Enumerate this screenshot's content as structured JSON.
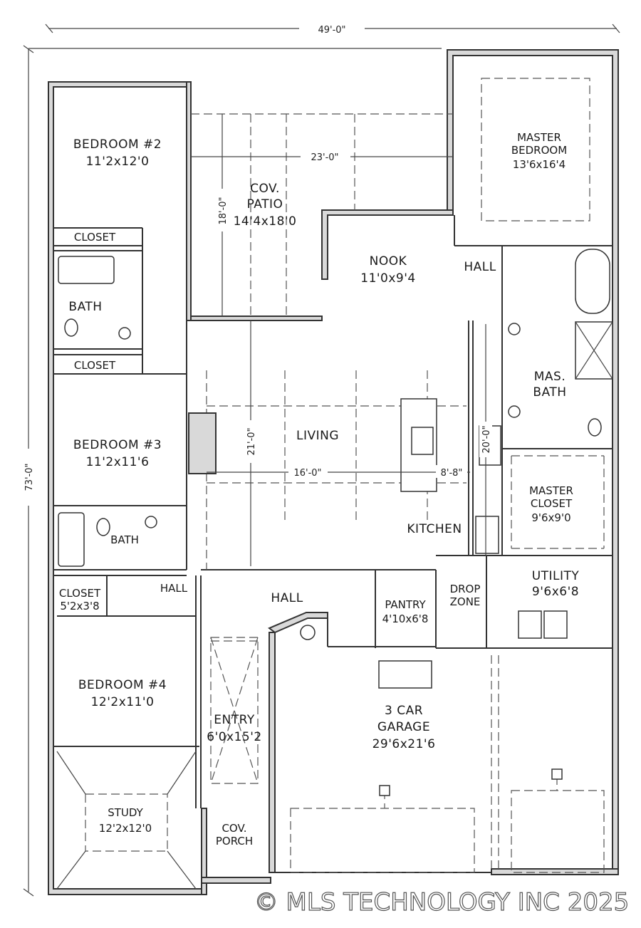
{
  "dimensions": {
    "overall_width": "49'-0\"",
    "overall_depth": "73'-0\"",
    "patio_width": "23'-0\"",
    "patio_depth": "18'-0\"",
    "living_depth": "21'-0\"",
    "living_width": "16'-0\"",
    "kitchen_width": "8'-8\"",
    "kitchen_depth": "20'-0\""
  },
  "rooms": {
    "bedroom2": {
      "name": "BEDROOM #2",
      "size": "11'2x12'0"
    },
    "closet_b2": {
      "name": "CLOSET"
    },
    "bath_b2": {
      "name": "BATH"
    },
    "closet_b3": {
      "name": "CLOSET"
    },
    "bedroom3": {
      "name": "BEDROOM #3",
      "size": "11'2x11'6"
    },
    "bath_b3": {
      "name": "BATH"
    },
    "closet_b4": {
      "name": "CLOSET",
      "size": "5'2x3'8"
    },
    "hall_small": {
      "name": "HALL"
    },
    "bedroom4": {
      "name": "BEDROOM #4",
      "size": "12'2x11'0"
    },
    "study": {
      "name": "STUDY",
      "size": "12'2x12'0"
    },
    "patio": {
      "name_line1": "COV.",
      "name_line2": "PATIO",
      "size": "14'4x18'0"
    },
    "nook": {
      "name": "NOOK",
      "size": "11'0x9'4"
    },
    "living": {
      "name": "LIVING"
    },
    "kitchen": {
      "name": "KITCHEN"
    },
    "hall_main": {
      "name": "HALL"
    },
    "pantry": {
      "name": "PANTRY",
      "size": "4'10x6'8"
    },
    "drop_zone": {
      "name_line1": "DROP",
      "name_line2": "ZONE"
    },
    "entry": {
      "name": "ENTRY",
      "size": "6'0x15'2"
    },
    "porch": {
      "name_line1": "COV.",
      "name_line2": "PORCH"
    },
    "garage": {
      "name_line1": "3 CAR",
      "name_line2": "GARAGE",
      "size": "29'6x21'6"
    },
    "master_bedroom": {
      "name_line1": "MASTER",
      "name_line2": "BEDROOM",
      "size": "13'6x16'4"
    },
    "hall_master": {
      "name": "HALL"
    },
    "master_bath": {
      "name_line1": "MAS.",
      "name_line2": "BATH"
    },
    "master_closet": {
      "name_line1": "MASTER",
      "name_line2": "CLOSET",
      "size": "9'6x9'0"
    },
    "utility": {
      "name": "UTILITY",
      "size": "9'6x6'8"
    }
  },
  "watermark": "© MLS TECHNOLOGY INC 2025",
  "colors": {
    "wall_fill": "#d9d9d9",
    "line": "#333333",
    "background": "#ffffff"
  }
}
